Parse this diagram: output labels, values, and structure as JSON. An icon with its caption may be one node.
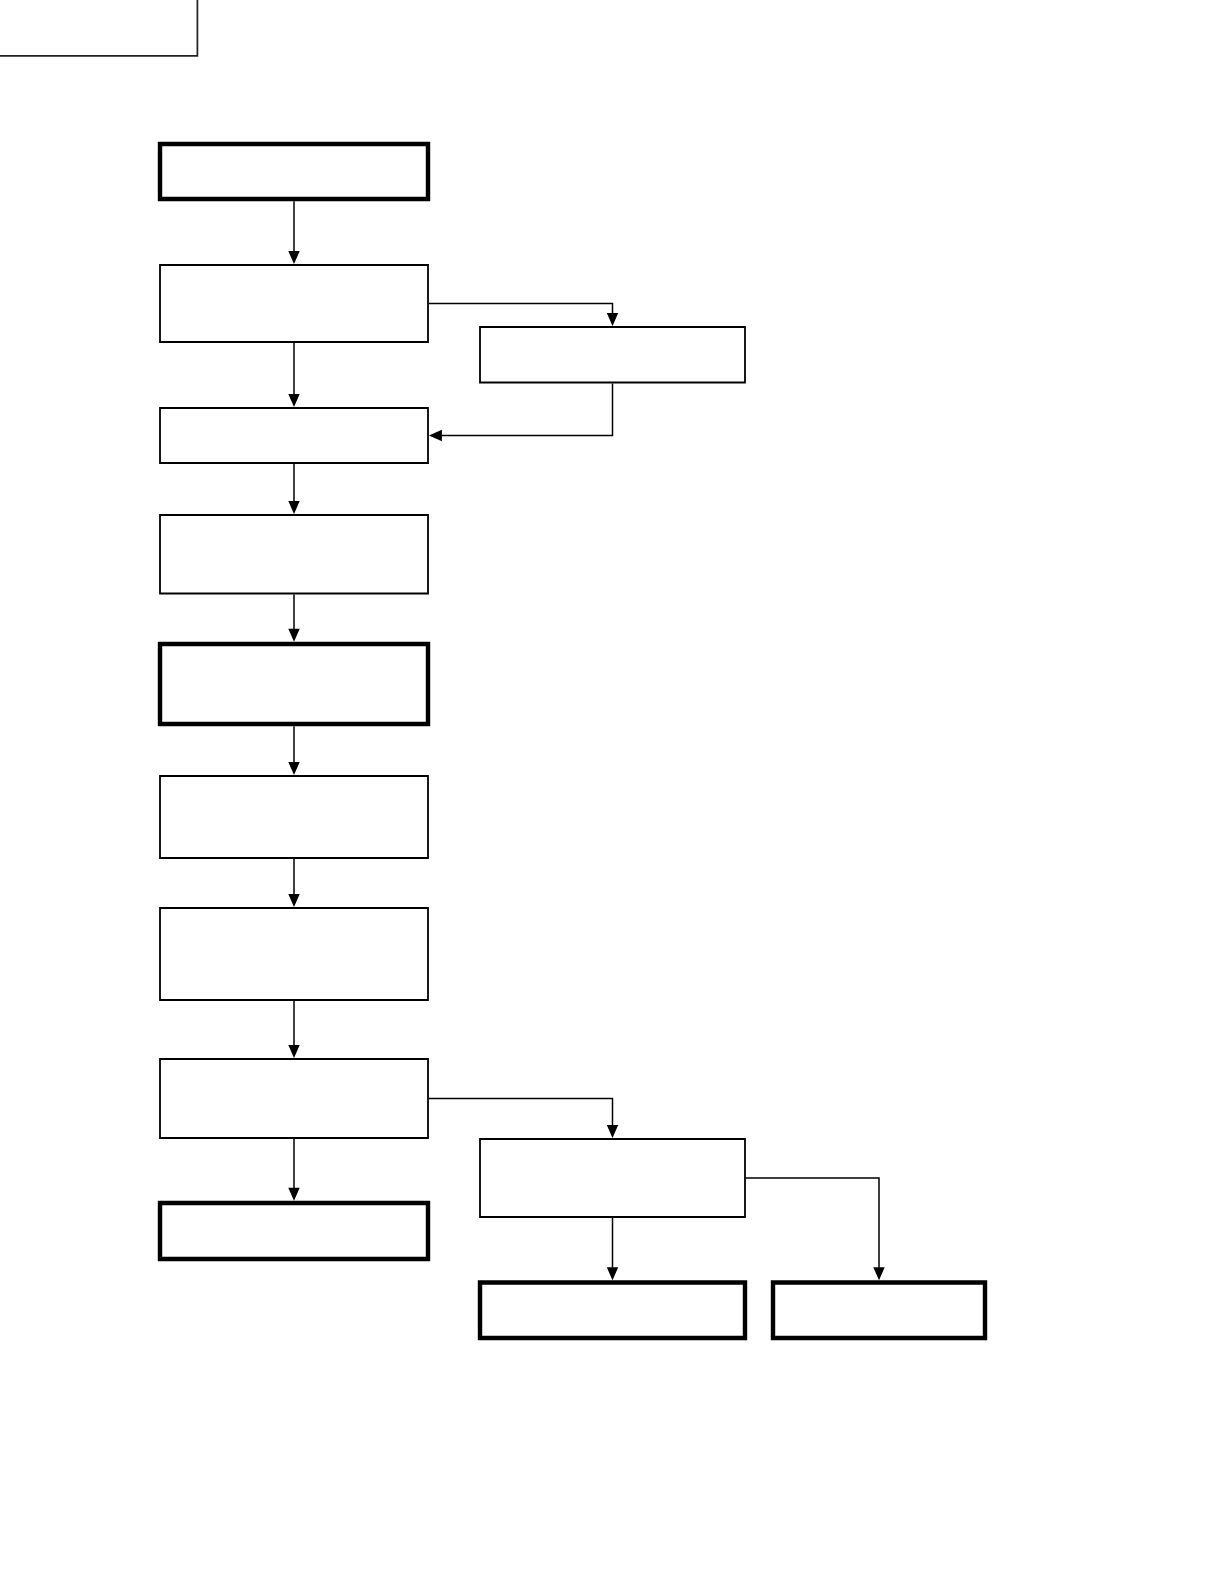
{
  "diagram": {
    "nodes": [
      {
        "text": [],
        "shape": "box"
      },
      {
        "text": [],
        "shape": "box"
      },
      {
        "text": [],
        "shape": "box"
      },
      {
        "text": [],
        "shape": "box"
      },
      {
        "text": [],
        "shape": "box"
      },
      {
        "text": [],
        "shape": "box"
      },
      {
        "text": [],
        "shape": "box"
      },
      {
        "text": [],
        "shape": "box"
      },
      {
        "text": [],
        "shape": "box"
      },
      {
        "text": [],
        "shape": "box"
      },
      {
        "text": [],
        "shape": "box"
      },
      {
        "text": [],
        "shape": "box"
      },
      {
        "text": [],
        "shape": "box"
      },
      {
        "text": [],
        "shape": "box"
      }
    ],
    "edges": [
      {
        "from": 1,
        "to": 2,
        "arrow": "to"
      },
      {
        "from": 2,
        "to": 3,
        "arrow": "to"
      },
      {
        "from": 2,
        "to": 4,
        "arrow": "to"
      },
      {
        "from": 3,
        "to": 4,
        "arrow": "to"
      },
      {
        "from": 4,
        "to": 5,
        "arrow": "to"
      },
      {
        "from": 5,
        "to": 6,
        "arrow": "to"
      },
      {
        "from": 6,
        "to": 7,
        "arrow": "to"
      },
      {
        "from": 7,
        "to": 8,
        "arrow": "to"
      },
      {
        "from": 8,
        "to": 9,
        "arrow": "to"
      },
      {
        "from": 9,
        "to": 10,
        "arrow": "to"
      },
      {
        "from": 9,
        "to": 11,
        "arrow": "to"
      },
      {
        "from": 10,
        "to": 12,
        "arrow": "to"
      },
      {
        "from": 10,
        "to": 13,
        "arrow": "to"
      }
    ]
  }
}
